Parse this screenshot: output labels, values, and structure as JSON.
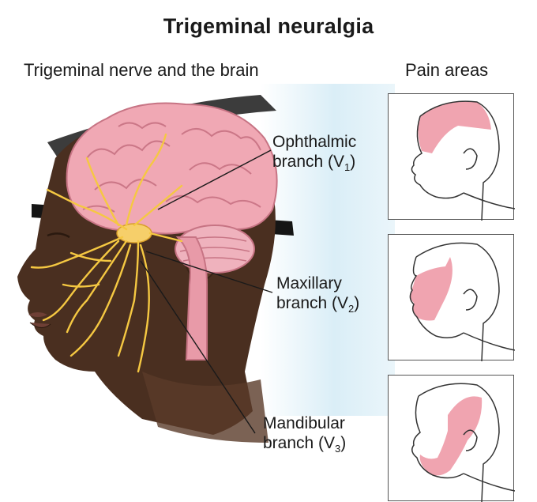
{
  "title": "Trigeminal neuralgia",
  "subtitle_left": "Trigeminal nerve and the brain",
  "subtitle_right": "Pain areas",
  "branches": [
    {
      "name": "Ophthalmic",
      "code_line": "branch (V",
      "sub": "1",
      "close": ")"
    },
    {
      "name": "Maxillary",
      "code_line": "branch (V",
      "sub": "2",
      "close": ")"
    },
    {
      "name": "Mandibular",
      "code_line": "branch (V",
      "sub": "3",
      "close": ")"
    }
  ],
  "colors": {
    "skin": "#4a2f20",
    "brain": "#f0a8b4",
    "nerve": "#f5c842",
    "pain": "#f0a4b0",
    "background_glow": "#d6ecf6"
  }
}
